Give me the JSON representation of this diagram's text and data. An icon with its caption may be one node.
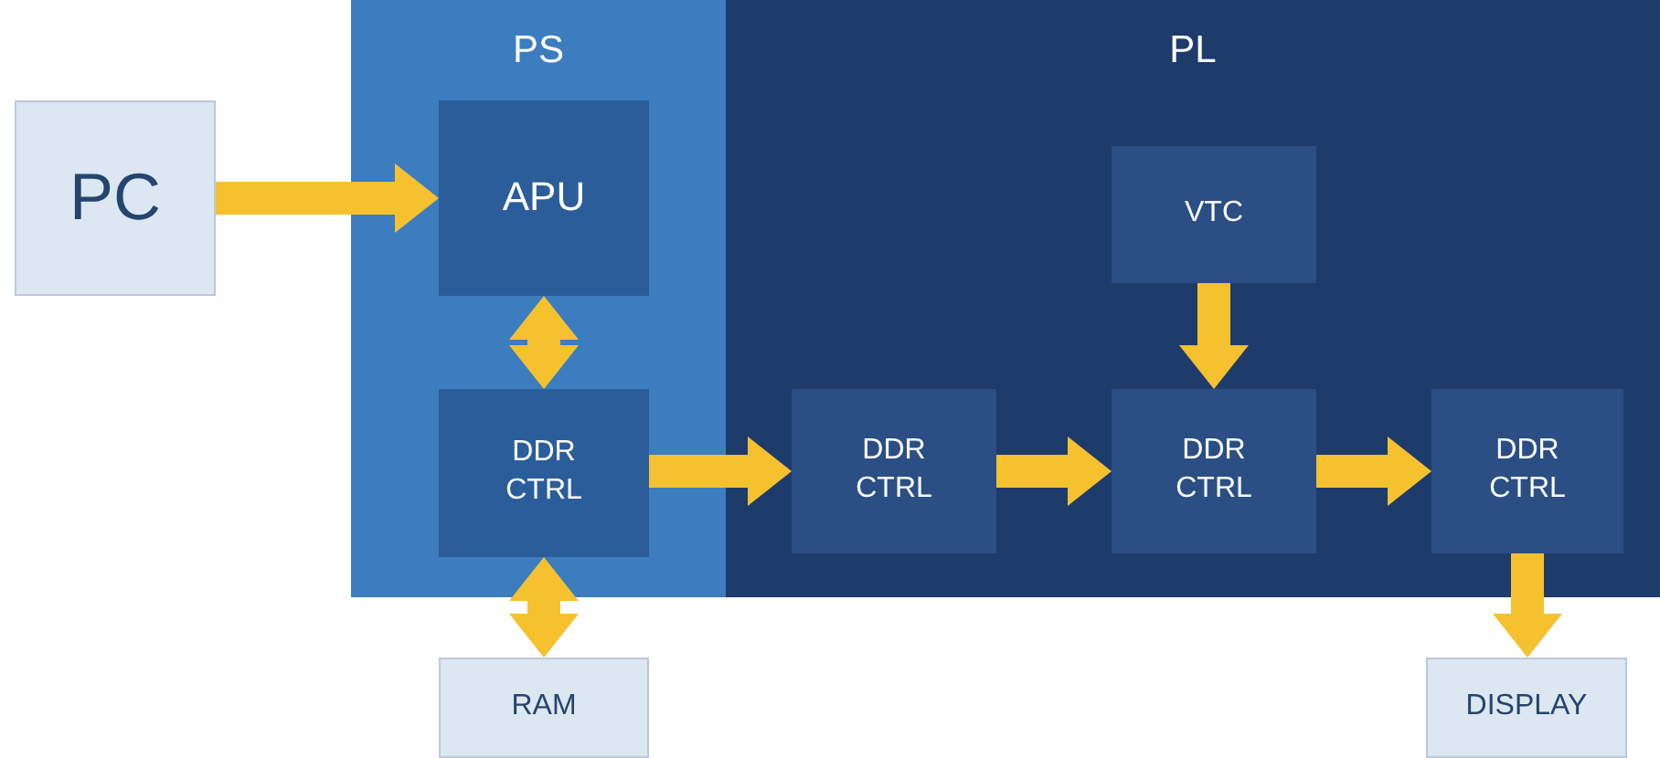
{
  "diagram": {
    "nodes": [
      {
        "text": [
          "PC"
        ]
      },
      {
        "text": [
          "PS"
        ]
      },
      {
        "text": [
          "APU"
        ],
        "in": 1
      },
      {
        "text": [
          "DDR CTRL"
        ],
        "in": 1
      },
      {
        "text": [
          "PL"
        ]
      },
      {
        "text": [
          "VTC"
        ],
        "in": 4
      },
      {
        "text": [
          "DDR CTRL"
        ],
        "in": 4
      },
      {
        "text": [
          "DDR CTRL"
        ],
        "in": 4
      },
      {
        "text": [
          "DDR CTRL"
        ],
        "in": 4
      },
      {
        "text": [
          "RAM"
        ]
      },
      {
        "text": [
          "DISPLAY"
        ]
      }
    ],
    "edges": [
      {
        "from": 0,
        "to": 2,
        "arrow": "to"
      },
      {
        "from": 2,
        "to": 3,
        "arrow": "both"
      },
      {
        "from": 3,
        "to": 6,
        "arrow": "to"
      },
      {
        "from": 6,
        "to": 7,
        "arrow": "to"
      },
      {
        "from": 5,
        "to": 7,
        "arrow": "to"
      },
      {
        "from": 7,
        "to": 8,
        "arrow": "to"
      },
      {
        "from": 8,
        "to": 10,
        "arrow": "to"
      },
      {
        "from": 3,
        "to": 9,
        "arrow": "both"
      }
    ]
  }
}
